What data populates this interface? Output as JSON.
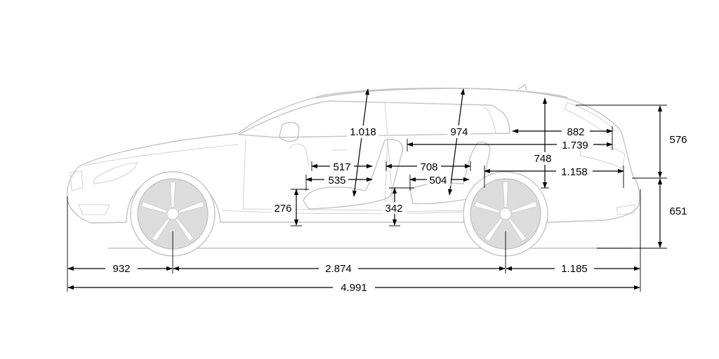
{
  "dimensions": {
    "front_overhang": "932",
    "wheelbase": "2.874",
    "rear_overhang": "1.185",
    "overall_length": "4.991",
    "upper_body_height": "576",
    "lower_body_height": "651",
    "front_headroom": "1.018",
    "rear_headroom": "974",
    "rear_interior_height": "748",
    "load_length_top": "882",
    "load_length_floor": "1.739",
    "load_length_seats": "1.158",
    "front_legroom": "517",
    "front_seat_depth": "535",
    "rear_legroom": "708",
    "rear_seat_depth": "504",
    "front_seat_height": "276",
    "rear_seat_height": "342"
  }
}
